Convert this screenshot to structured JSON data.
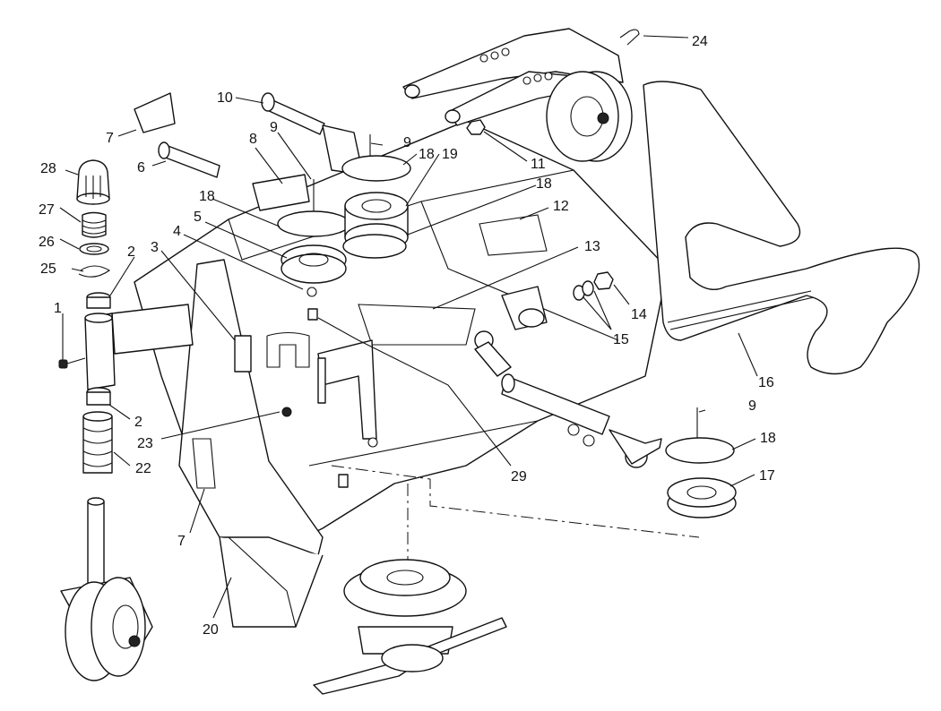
{
  "callouts": [
    "1",
    "2",
    "2",
    "3",
    "4",
    "5",
    "6",
    "7",
    "7",
    "8",
    "9",
    "9",
    "9",
    "10",
    "11",
    "12",
    "13",
    "14",
    "15",
    "16",
    "17",
    "18",
    "18",
    "18",
    "18",
    "19",
    "20",
    "22",
    "23",
    "24",
    "25",
    "26",
    "27",
    "28",
    "29"
  ]
}
